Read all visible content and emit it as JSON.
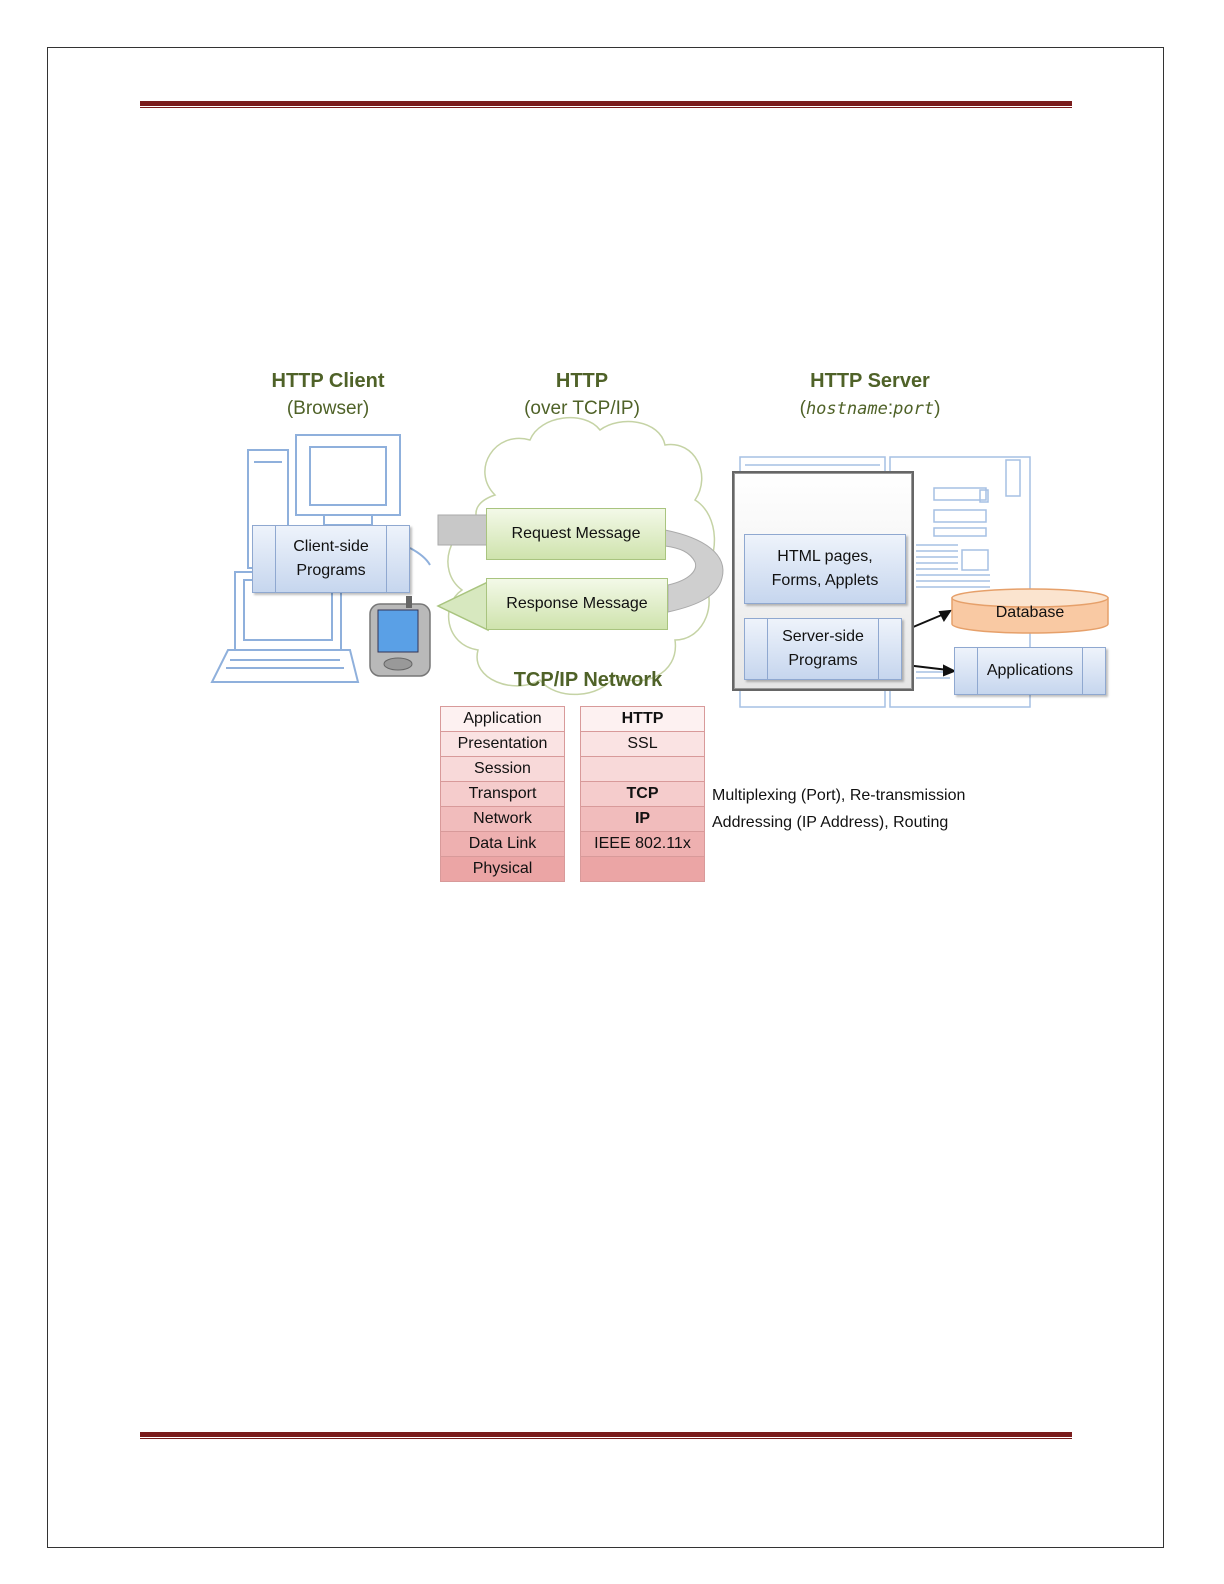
{
  "client": {
    "title": "HTTP Client",
    "subtitle": "(Browser)",
    "programs_line1": "Client-side",
    "programs_line2": "Programs"
  },
  "protocol": {
    "title": "HTTP",
    "subtitle": "(over TCP/IP)",
    "request": "Request Message",
    "response": "Response Message",
    "network_title": "TCP/IP Network"
  },
  "server": {
    "title": "HTTP Server",
    "sub_open": "(",
    "sub_host": "hostname",
    "sub_colon": ":",
    "sub_port": "port",
    "sub_close": ")",
    "pages_line1": "HTML pages,",
    "pages_line2": "Forms, Applets",
    "programs_line1": "Server-side",
    "programs_line2": "Programs",
    "database": "Database",
    "applications": "Applications"
  },
  "stack": {
    "layers": [
      "Application",
      "Presentation",
      "Session",
      "Transport",
      "Network",
      "Data Link",
      "Physical"
    ],
    "protocols": [
      "HTTP",
      "SSL",
      "",
      "TCP",
      "IP",
      "IEEE 802.11x",
      ""
    ],
    "notes": {
      "transport": "Multiplexing (Port), Re-transmission",
      "network": "Addressing (IP Address), Routing"
    }
  },
  "colors": {
    "rule": "#7a1c1c",
    "title_green": "#4f6228",
    "stack_red": "#eba5a5",
    "box_blue": "#c6d6ee",
    "message_green": "#cfe3ad",
    "database_orange": "#f9b98a"
  }
}
